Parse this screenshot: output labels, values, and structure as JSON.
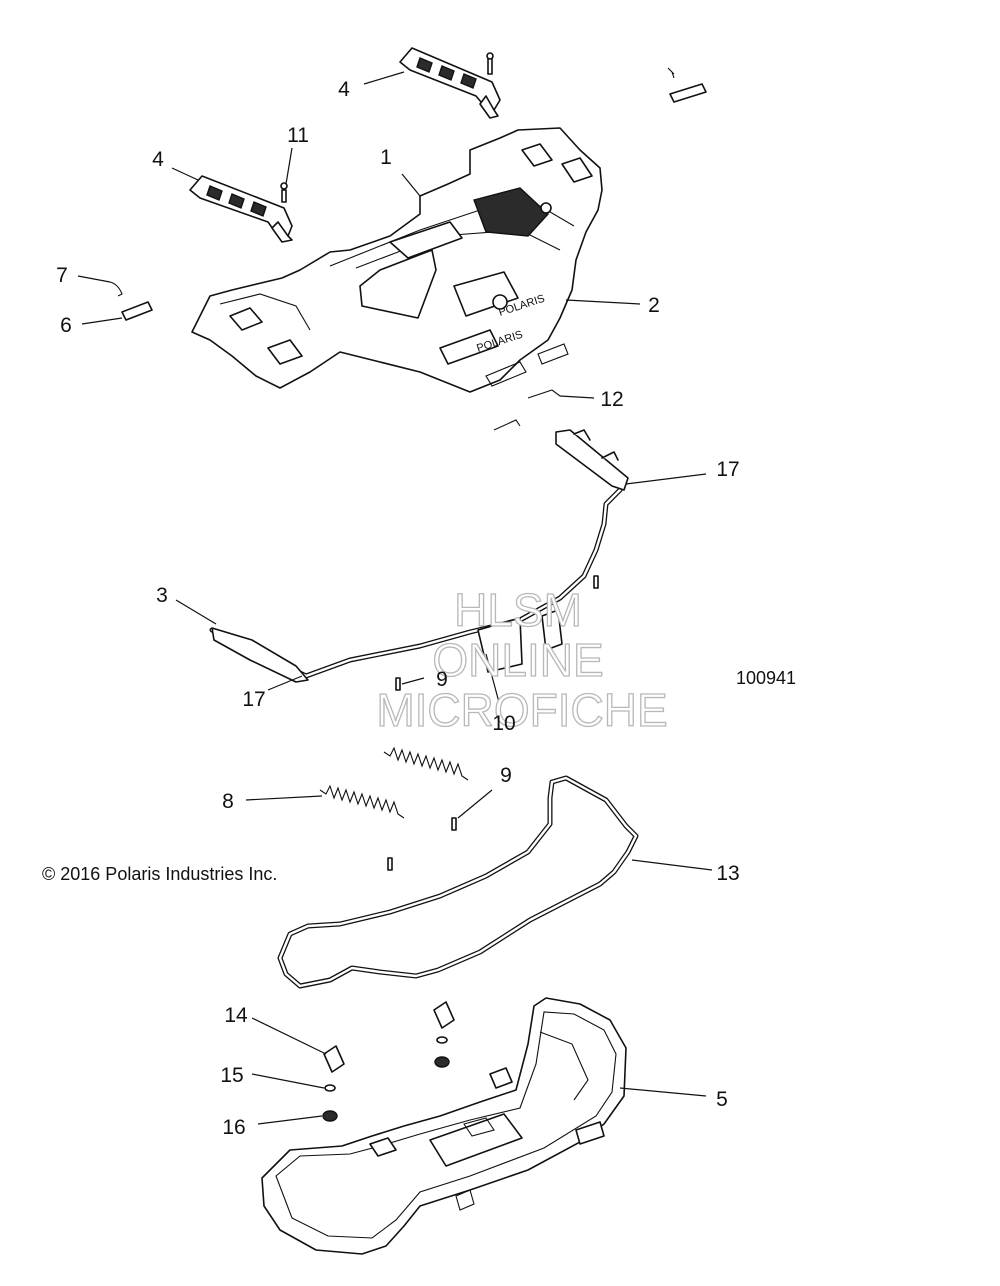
{
  "diagram": {
    "callouts": [
      "1",
      "2",
      "3",
      "4",
      "4",
      "5",
      "6",
      "7",
      "8",
      "9",
      "9",
      "10",
      "11",
      "12",
      "13",
      "14",
      "15",
      "16",
      "17",
      "17"
    ],
    "drawing_number": "100941",
    "copyright": "© 2016 Polaris Industries Inc.",
    "watermark": [
      "HLSM",
      "ONLINE",
      "MICROFICHE"
    ]
  }
}
